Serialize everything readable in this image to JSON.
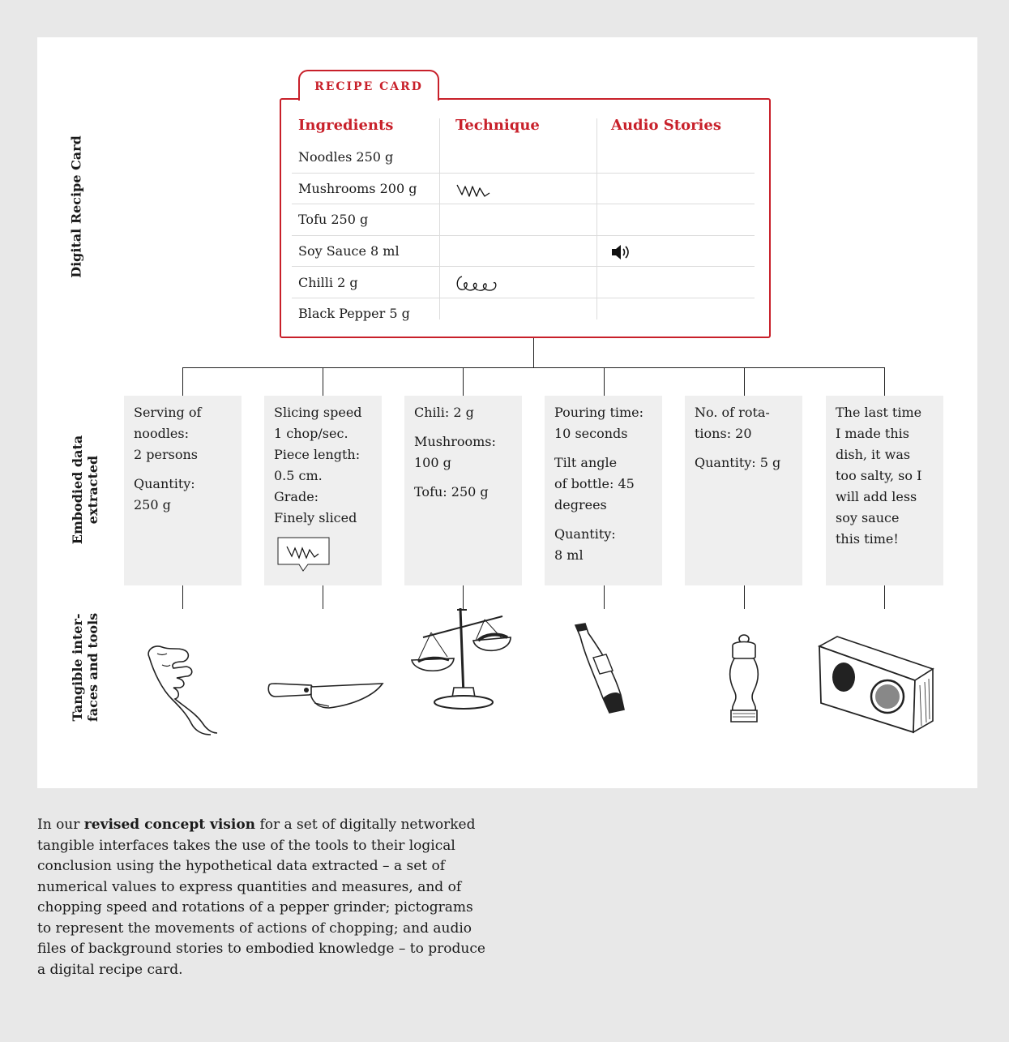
{
  "row_labels": {
    "recipe_card": "Digital Recipe Card",
    "embodied": [
      "Embodied data",
      "extracted"
    ],
    "tangible": [
      "Tangible inter-",
      "faces and tools"
    ]
  },
  "recipe_card": {
    "tab_label": "RECIPE CARD",
    "columns": [
      "Ingredients",
      "Technique",
      "Audio Stories"
    ],
    "ingredients": [
      "Noodles 250 g",
      "Mushrooms 200 g",
      "Tofu 250 g",
      "Soy Sauce 8 ml",
      "Chilli 2 g",
      "Black Pepper 5 g"
    ],
    "technique_icons": [
      "zigzag-chop-icon",
      "loop-stir-icon"
    ],
    "audio_icon": "speaker-icon",
    "accent_color": "#c8202a"
  },
  "boxes": [
    {
      "lines": [
        "Serving of\nnoodles:\n2 persons",
        "Quantity:\n250 g"
      ]
    },
    {
      "lines": [
        "Slicing speed\n1 chop/sec.\nPiece length:\n0.5 cm.\nGrade:\nFinely sliced"
      ],
      "icon": "chop-speech-bubble-icon"
    },
    {
      "lines": [
        "Chili: 2 g",
        "Mushrooms:\n100 g",
        "Tofu: 250 g"
      ]
    },
    {
      "lines": [
        "Pouring time:\n10 seconds",
        "Tilt angle\nof bottle: 45\ndegrees",
        "Quantity:\n8 ml"
      ]
    },
    {
      "lines": [
        "No. of rota-\ntions: 20",
        "Quantity: 5 g"
      ]
    },
    {
      "lines": [
        "The last time\nI made this\ndish, it was\ntoo salty, so I\nwill add less\nsoy sauce\nthis time!"
      ]
    }
  ],
  "tools": [
    "hand-icon",
    "knife-icon",
    "scale-icon",
    "soy-sauce-bottle-icon",
    "pepper-grinder-icon",
    "speaker-box-icon"
  ],
  "caption": {
    "lead": "In our ",
    "bold": "revised concept vision",
    "rest": " for a set of digitally networked tangible interfaces takes the use of the tools to their logical conclusion using the hypothetical data extracted – a set of numerical values to express quantities and measures, and of chopping speed and rotations of a pepper grinder; pictograms to represent the movements of actions of chopping; and audio files of background stories to embodied knowledge – to produce a digital recipe card."
  }
}
